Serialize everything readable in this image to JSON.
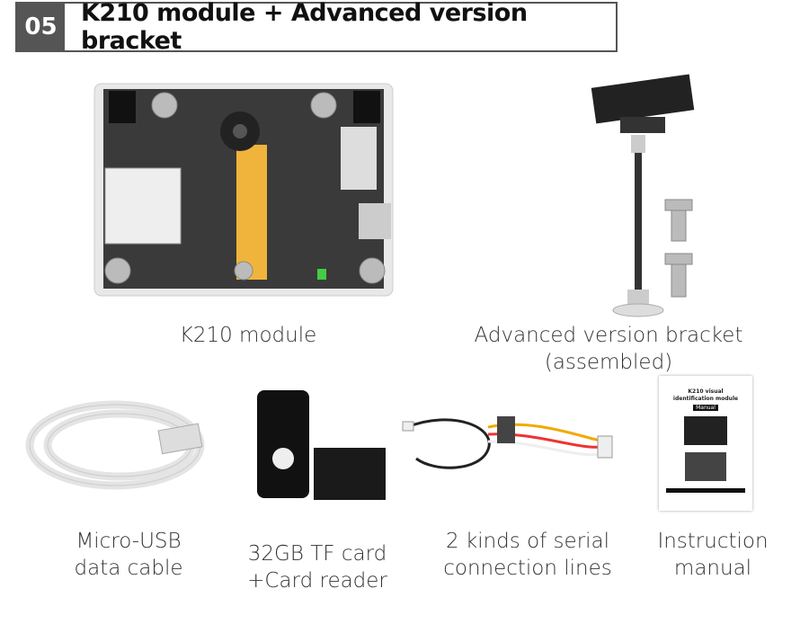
{
  "header": {
    "number": "05",
    "title": "K210 module + Advanced version bracket"
  },
  "items": [
    {
      "lines": [
        "K210 module"
      ]
    },
    {
      "lines": [
        "Advanced version bracket",
        "(assembled)"
      ]
    },
    {
      "lines": [
        "Micro-USB",
        "data cable"
      ]
    },
    {
      "lines": [
        "32GB TF card",
        "+Card reader"
      ]
    },
    {
      "lines": [
        "2 kinds of serial",
        "connection lines"
      ]
    },
    {
      "lines": [
        "Instruction",
        "manual"
      ]
    }
  ],
  "manual": {
    "title": "K210 visual identification module",
    "badge": "Manual"
  },
  "colors": {
    "header_dark": "#555555",
    "pcb": "#3a3a3a",
    "flex_cable": "#f0b43c"
  }
}
